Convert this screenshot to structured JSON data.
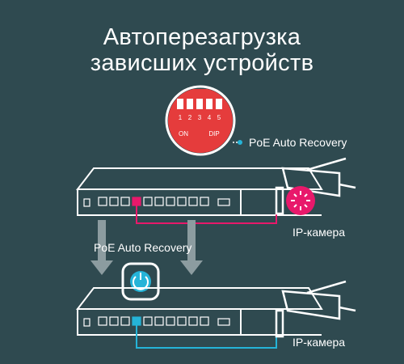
{
  "title": {
    "line1": "Автоперезагрузка",
    "line2": "зависших устройств"
  },
  "dip_switch": {
    "numbers": [
      "1",
      "2",
      "3",
      "4",
      "5"
    ],
    "on_label": "ON",
    "dip_label": "DIP",
    "label": "PoE Auto Recovery"
  },
  "arrows": {
    "label": "PoE Auto Recovery"
  },
  "top_camera": {
    "label": "IP-камера"
  },
  "bottom_camera": {
    "label": "IP-камера"
  },
  "colors": {
    "background": "#2f4a50",
    "accent_pink": "#e8196b",
    "accent_blue": "#25b4d8",
    "line_white": "#ffffff",
    "arrow_gray": "#8c9ca0"
  }
}
